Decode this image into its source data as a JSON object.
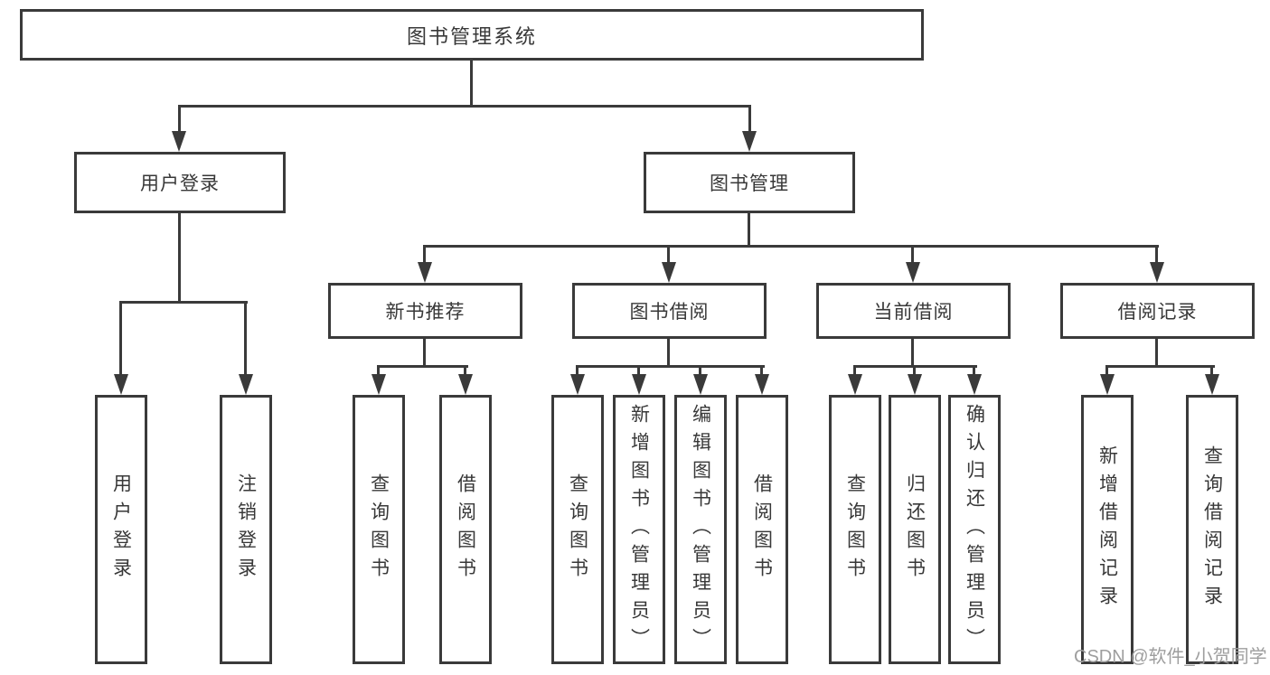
{
  "diagram": {
    "type": "hierarchy-tree",
    "title": "图书管理系统",
    "watermark": "CSDN @软件_小贺同学",
    "colors": {
      "line": "#3a3a3a",
      "box_border": "#3a3a3a",
      "text": "#383838",
      "watermark": "#9e9e9e",
      "background": "#ffffff"
    },
    "nodes": {
      "root": {
        "label": "图书管理系统"
      },
      "user_login": {
        "label": "用户登录"
      },
      "book_mgmt": {
        "label": "图书管理"
      },
      "new_book_rec": {
        "label": "新书推荐"
      },
      "book_borrow": {
        "label": "图书借阅"
      },
      "current_borrow": {
        "label": "当前借阅"
      },
      "borrow_records": {
        "label": "借阅记录"
      },
      "leaf_user_login": {
        "label": "用户登录"
      },
      "leaf_logout": {
        "label": "注销登录"
      },
      "leaf_rec_query": {
        "label": "查询图书"
      },
      "leaf_rec_borrow": {
        "label": "借阅图书"
      },
      "leaf_bb_query": {
        "label": "查询图书"
      },
      "leaf_bb_add": {
        "label": "新增图书（管理员）"
      },
      "leaf_bb_edit": {
        "label": "编辑图书（管理员）"
      },
      "leaf_bb_borrow": {
        "label": "借阅图书"
      },
      "leaf_cb_query": {
        "label": "查询图书"
      },
      "leaf_cb_return": {
        "label": "归还图书"
      },
      "leaf_cb_confirm": {
        "label": "确认归还（管理员）"
      },
      "leaf_br_add": {
        "label": "新增借阅记录"
      },
      "leaf_br_query": {
        "label": "查询借阅记录"
      }
    },
    "edges": [
      [
        "root",
        "user_login"
      ],
      [
        "root",
        "book_mgmt"
      ],
      [
        "user_login",
        "leaf_user_login"
      ],
      [
        "user_login",
        "leaf_logout"
      ],
      [
        "book_mgmt",
        "new_book_rec"
      ],
      [
        "book_mgmt",
        "book_borrow"
      ],
      [
        "book_mgmt",
        "current_borrow"
      ],
      [
        "book_mgmt",
        "borrow_records"
      ],
      [
        "new_book_rec",
        "leaf_rec_query"
      ],
      [
        "new_book_rec",
        "leaf_rec_borrow"
      ],
      [
        "book_borrow",
        "leaf_bb_query"
      ],
      [
        "book_borrow",
        "leaf_bb_add"
      ],
      [
        "book_borrow",
        "leaf_bb_edit"
      ],
      [
        "book_borrow",
        "leaf_bb_borrow"
      ],
      [
        "current_borrow",
        "leaf_cb_query"
      ],
      [
        "current_borrow",
        "leaf_cb_return"
      ],
      [
        "current_borrow",
        "leaf_cb_confirm"
      ],
      [
        "borrow_records",
        "leaf_br_add"
      ],
      [
        "borrow_records",
        "leaf_br_query"
      ]
    ]
  }
}
